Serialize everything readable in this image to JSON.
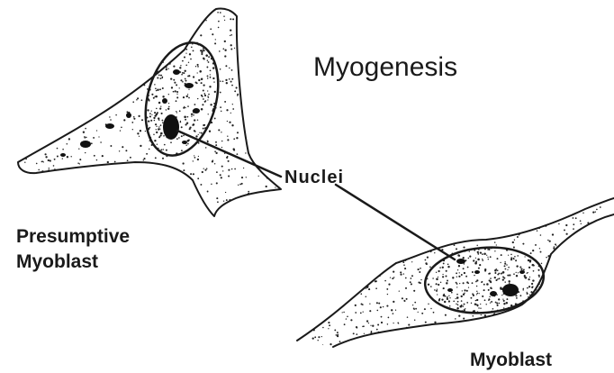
{
  "title": "Myogenesis",
  "labels": {
    "nuclei": "Nuclei",
    "presumptive_line1": "Presumptive",
    "presumptive_line2": "Myoblast",
    "myoblast": "Myoblast"
  },
  "colors": {
    "ink": "#1a1a1a",
    "background": "#ffffff"
  }
}
